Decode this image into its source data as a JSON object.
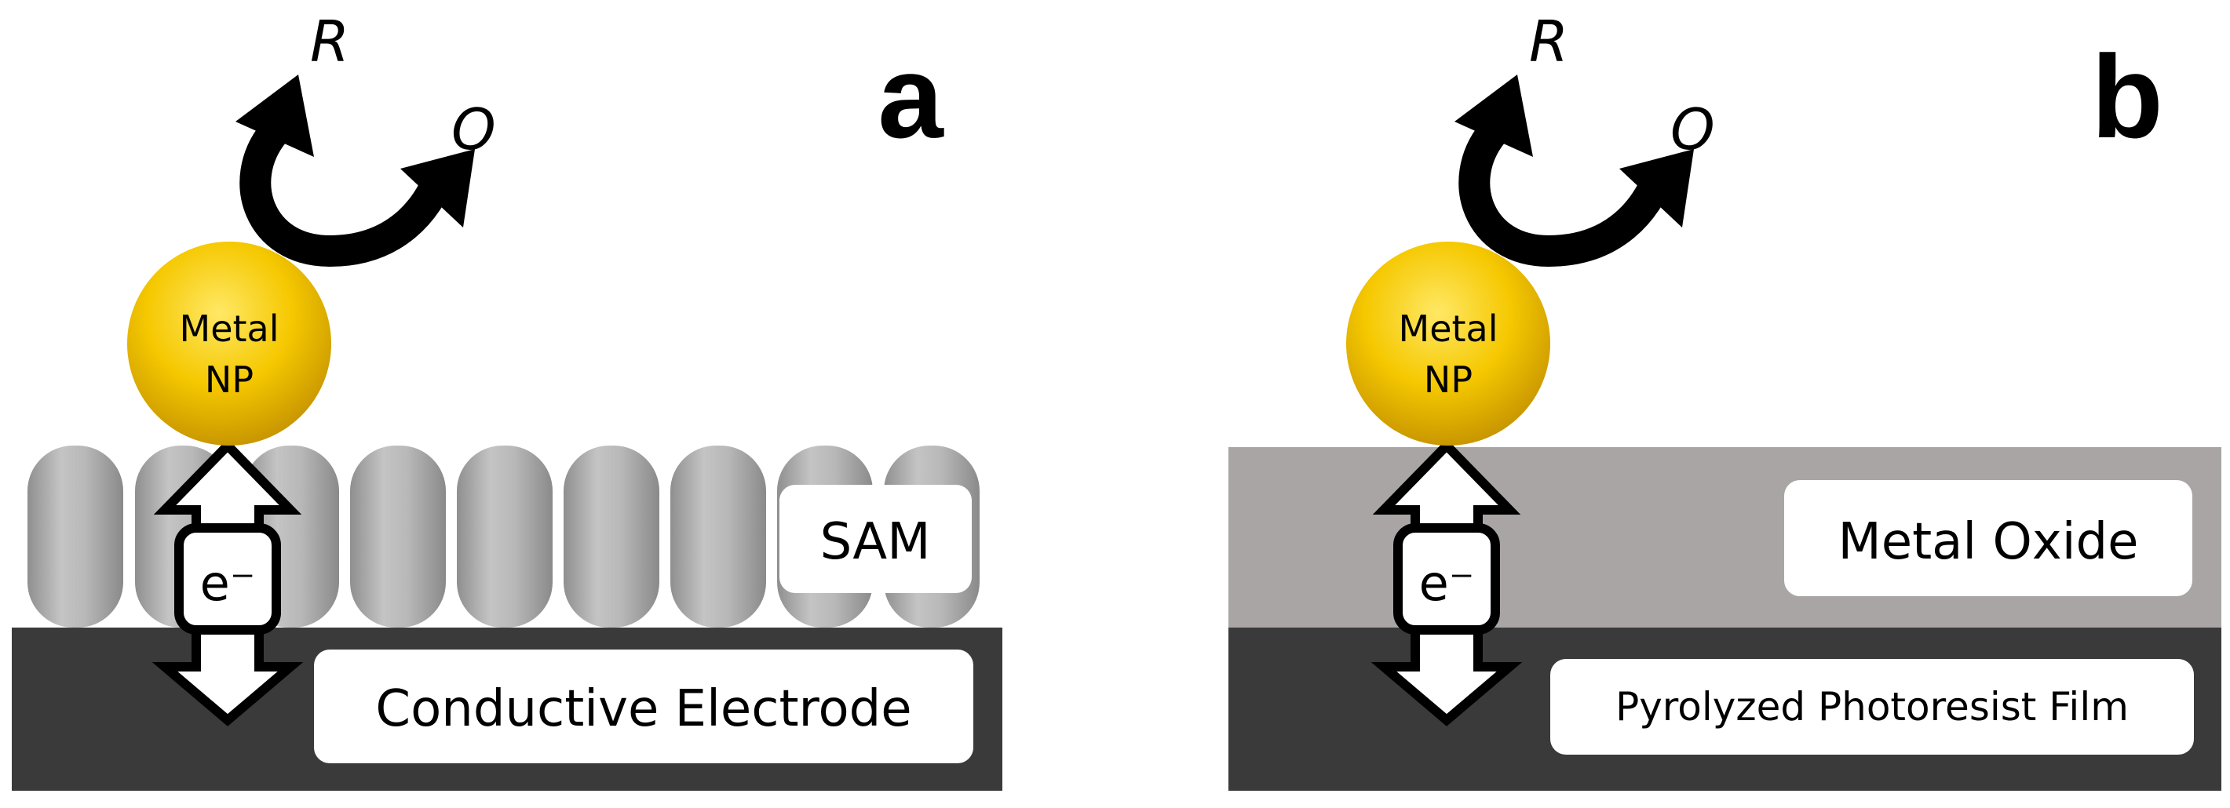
{
  "panels": [
    {
      "letter": "a",
      "reduced": "R",
      "oxidized": "O",
      "np_line1": "Metal",
      "np_line2": "NP",
      "electron": "e⁻",
      "middle_layer": "SAM",
      "bottom_layer": "Conductive Electrode"
    },
    {
      "letter": "b",
      "reduced": "R",
      "oxidized": "O",
      "np_line1": "Metal",
      "np_line2": "NP",
      "electron": "e⁻",
      "middle_layer": "Metal Oxide",
      "bottom_layer": "Pyrolyzed Photoresist Film"
    }
  ],
  "colors": {
    "electrode": "#3a3a3a",
    "sam_molecule": "#b3b3b3",
    "metal_oxide": "#aaa5a5",
    "nanoparticle": "#f2c400",
    "label_box": "#ffffff"
  }
}
